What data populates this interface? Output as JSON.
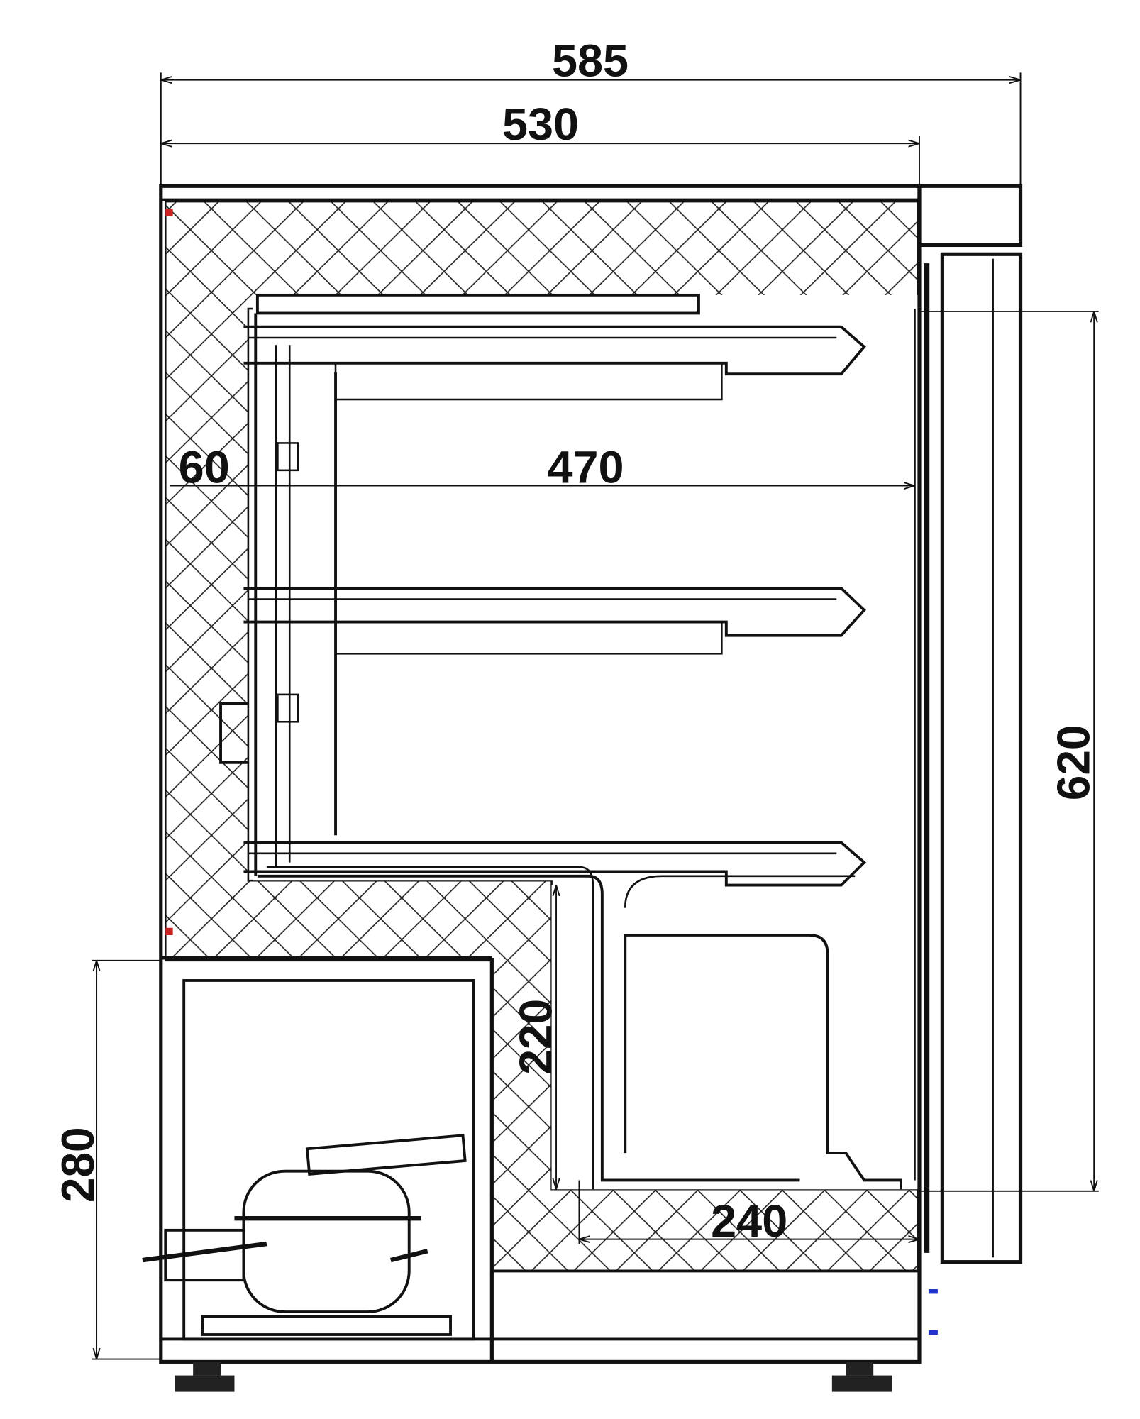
{
  "drawing": {
    "type": "refrigerator cross-section with dimensions",
    "dimensions": {
      "overall_depth": "585",
      "cabinet_depth": "530",
      "wall_thickness": "60",
      "interior_depth": "470",
      "interior_height": "620",
      "step_height": "220",
      "step_depth": "240",
      "compressor_compartment_height": "280"
    },
    "colors": {
      "line": "#111111",
      "background": "#ffffff",
      "accent_red": "#cc2222",
      "accent_blue": "#2233cc"
    }
  }
}
